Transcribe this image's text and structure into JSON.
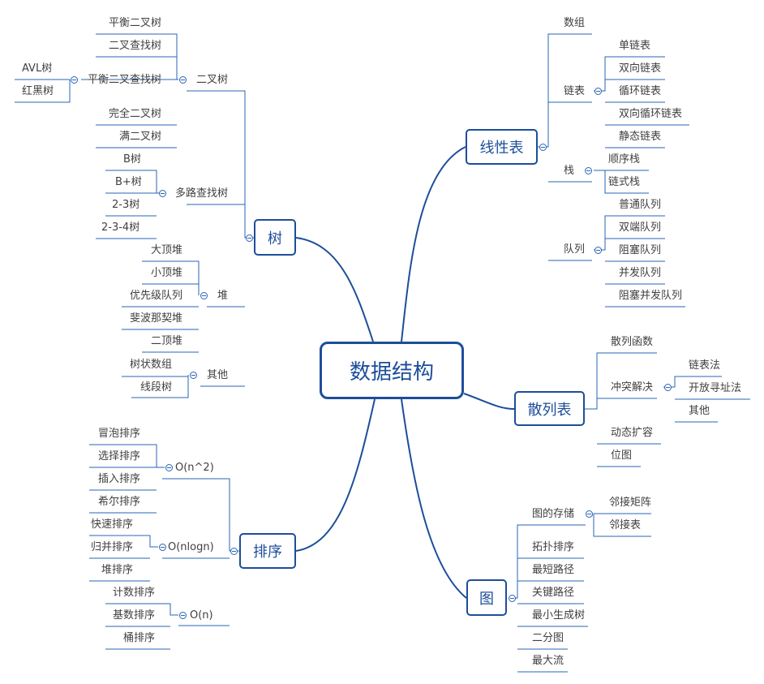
{
  "root": "数据结构",
  "linear": {
    "title": "线性表",
    "array": "数组",
    "linked": {
      "label": "链表",
      "items": [
        "单链表",
        "双向链表",
        "循环链表",
        "双向循环链表",
        "静态链表"
      ]
    },
    "stack": {
      "label": "栈",
      "items": [
        "顺序栈",
        "链式栈"
      ]
    },
    "queue": {
      "label": "队列",
      "items": [
        "普通队列",
        "双端队列",
        "阻塞队列",
        "并发队列",
        "阻塞并发队列"
      ]
    }
  },
  "hash": {
    "title": "散列表",
    "func": "散列函数",
    "conflict": {
      "label": "冲突解决",
      "items": [
        "链表法",
        "开放寻址法",
        "其他"
      ]
    },
    "resize": "动态扩容",
    "bitmap": "位图"
  },
  "graph": {
    "title": "图",
    "storage": {
      "label": "图的存储",
      "items": [
        "邻接矩阵",
        "邻接表"
      ]
    },
    "others": [
      "拓扑排序",
      "最短路径",
      "关键路径",
      "最小生成树",
      "二分图",
      "最大流"
    ]
  },
  "tree": {
    "title": "树",
    "binary": {
      "label": "二叉树",
      "balanced": "平衡二叉树",
      "search": "二叉查找树",
      "bbst": "平衡二叉查找树",
      "bbst_items": [
        "AVL树",
        "红黑树"
      ],
      "complete": "完全二叉树",
      "full": "满二叉树"
    },
    "multi": {
      "label": "多路查找树",
      "items": [
        "B树",
        "B+树",
        "2-3树",
        "2-3-4树"
      ]
    },
    "heap": {
      "label": "堆",
      "items": [
        "大顶堆",
        "小顶堆",
        "优先级队列",
        "斐波那契堆",
        "二顶堆"
      ]
    },
    "other": {
      "label": "其他",
      "items": [
        "树状数组",
        "线段树"
      ]
    }
  },
  "sort": {
    "title": "排序",
    "n2": {
      "label": "O(n^2)",
      "items": [
        "冒泡排序",
        "选择排序",
        "插入排序",
        "希尔排序"
      ]
    },
    "nlogn": {
      "label": "O(nlogn)",
      "items": [
        "快速排序",
        "归并排序",
        "堆排序"
      ]
    },
    "n": {
      "label": "O(n)",
      "items": [
        "计数排序",
        "基数排序",
        "桶排序"
      ]
    }
  },
  "colors": {
    "accent": "#1d4e9a",
    "line": "#2a64b5",
    "text": "#404040"
  }
}
